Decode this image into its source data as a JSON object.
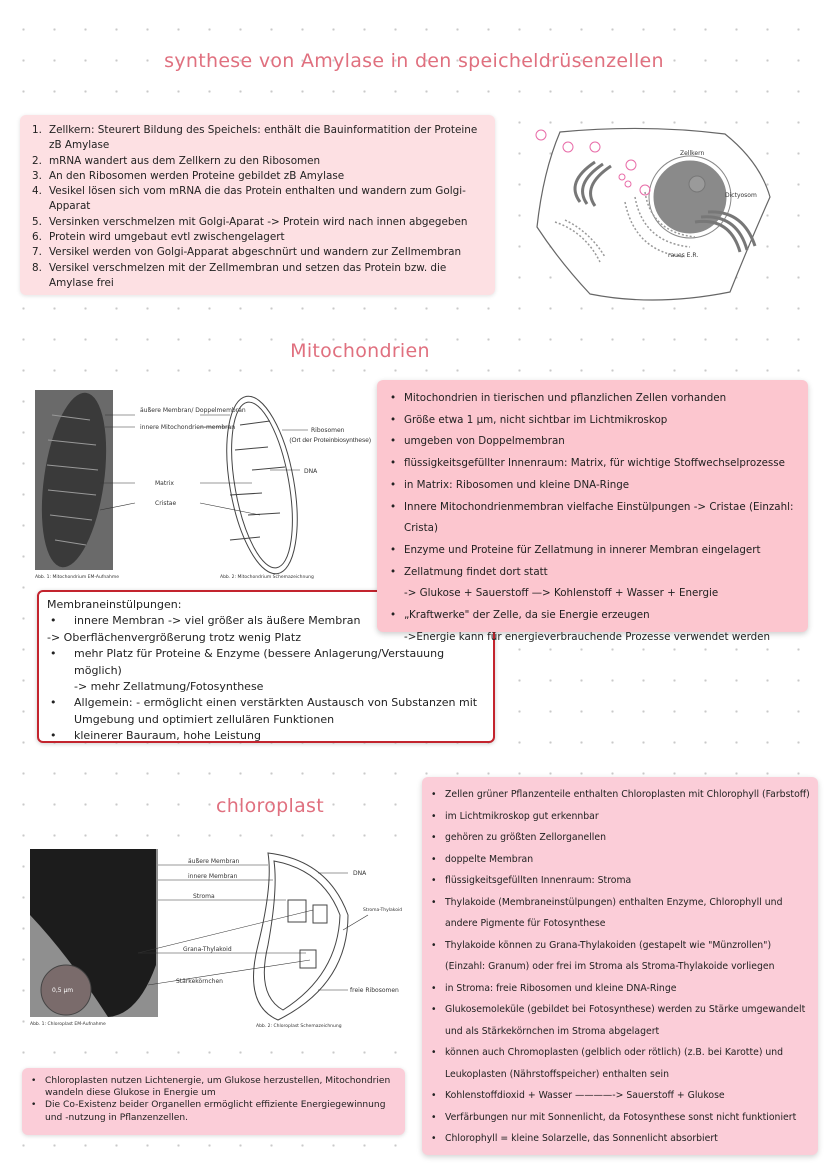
{
  "section1": {
    "title": "synthese von Amylase in den speicheldrüsenzellen",
    "steps": [
      {
        "num": "1.",
        "text": "Zellkern: Steurert Bildung des Speichels: enthält die Bauinformatition der Proteine zB Amylase"
      },
      {
        "num": "2.",
        "text": "mRNA wandert aus dem Zellkern zu den Ribosomen"
      },
      {
        "num": "3.",
        "text": "An den Ribosomen werden Proteine gebildet zB Amylase"
      },
      {
        "num": "4.",
        "text": "Vesikel lösen sich vom mRNA die das Protein enthalten und wandern zum Golgi-Apparat"
      },
      {
        "num": "5.",
        "text": "Versinken verschmelzen mit Golgi-Aparat -> Protein wird nach innen abgegeben"
      },
      {
        "num": "6.",
        "text": "Protein wird umgebaut evtl zwischengelagert"
      },
      {
        "num": "7.",
        "text": "Versikel werden von Golgi-Apparat abgeschnürt und wandern zur Zellmembran"
      },
      {
        "num": "8.",
        "text": "Versikel verschmelzen mit der Zellmembran und setzen das Protein bzw. die Amylase frei"
      }
    ],
    "cell_figure": {
      "labels": {
        "nucleus": "Zellkern",
        "golgi": "Dictyosom",
        "er": "raues E.R."
      }
    }
  },
  "section2": {
    "title": "Mitochondrien",
    "facts": [
      {
        "bullet": "•",
        "text": "Mitochondrien in tierischen und pflanzlichen Zellen vorhanden"
      },
      {
        "bullet": "•",
        "text": "Größe etwa 1 µm, nicht sichtbar im Lichtmikroskop"
      },
      {
        "bullet": "•",
        "text": "umgeben von Doppelmembran"
      },
      {
        "bullet": "•",
        "text": "flüssigkeitsgefüllter Innenraum: Matrix, für wichtige Stoffwechselprozesse"
      },
      {
        "bullet": "•",
        "text": "in Matrix: Ribosomen und kleine DNA-Ringe"
      },
      {
        "bullet": "•",
        "text": "Innere Mitochondrienmembran vielfache Einstülpungen -> Cristae (Einzahl: Crista)"
      },
      {
        "bullet": "•",
        "text": "Enzyme und Proteine für Zellatmung in innerer Membran eingelagert"
      },
      {
        "bullet": "•",
        "text": "Zellatmung findet dort statt"
      },
      {
        "bullet": "",
        "text": "-> Glukose + Sauerstoff —> Kohlenstoff + Wasser + Energie"
      },
      {
        "bullet": "•",
        "text": "„Kraftwerke\" der Zelle, da sie Energie erzeugen"
      },
      {
        "bullet": "",
        "text": "->Energie kann für energieverbrauchende Prozesse verwendet werden"
      }
    ],
    "figure": {
      "labels": {
        "outer": "äußere Membran/ Doppelmembran",
        "inner": "innere Mitochondrien-membran",
        "matrix": "Matrix",
        "cristae": "Cristae",
        "ribosomes": "Ribosomen",
        "ribosomes_sub": "(Ort der Proteinbiosynthese)",
        "dna": "DNA"
      },
      "caption1": "Abb. 1: Mitochondrium EM-Aufnahme",
      "caption2": "Abb. 2: Mitochondrium Schemazeichnung"
    },
    "membrane_box": {
      "heading": "Membraneinstülpungen:",
      "items": [
        {
          "bullet": "•",
          "text": "innere Membran -> viel größer als äußere Membran"
        },
        {
          "bullet": "",
          "text": "-> Oberflächenvergrößerung trotz wenig Platz"
        },
        {
          "bullet": "•",
          "text": "mehr Platz für Proteine & Enzyme (bessere Anlagerung/Verstauung möglich)"
        },
        {
          "bullet": "",
          "text": "-> mehr Zellatmung/Fotosynthese",
          "indent": true
        },
        {
          "bullet": "•",
          "text": "Allgemein: - ermöglicht einen verstärkten Austausch von Substanzen mit Umgebung und optimiert zellulären Funktionen"
        },
        {
          "bullet": "•",
          "text": "kleinerer Bauraum, hohe Leistung"
        }
      ]
    }
  },
  "section3": {
    "title": "chloroplast",
    "facts": [
      {
        "bullet": "•",
        "text": "Zellen grüner Pflanzenteile enthalten Chloroplasten mit Chlorophyll (Farbstoff)"
      },
      {
        "bullet": "•",
        "text": "im Lichtmikroskop gut erkennbar"
      },
      {
        "bullet": "•",
        "text": "gehören zu größten Zellorganellen"
      },
      {
        "bullet": "•",
        "text": "doppelte Membran"
      },
      {
        "bullet": "•",
        "text": "flüssigkeitsgefüllten Innenraum: Stroma"
      },
      {
        "bullet": "•",
        "text": "Thylakoide (Membraneinstülpungen) enthalten Enzyme, Chlorophyll und andere Pigmente für Fotosynthese"
      },
      {
        "bullet": "•",
        "text": "Thylakoide können zu Grana-Thylakoiden (gestapelt wie \"Münzrollen\") (Einzahl: Granum) oder frei im Stroma als Stroma-Thylakoide vorliegen"
      },
      {
        "bullet": "•",
        "text": "in Stroma: freie Ribosomen und kleine DNA-Ringe"
      },
      {
        "bullet": "•",
        "text": "Glukosemoleküle (gebildet bei Fotosynthese) werden  zu Stärke umgewandelt und als Stärkekörnchen im Stroma abgelagert"
      },
      {
        "bullet": "•",
        "text": "können auch Chromoplasten (gelblich oder rötlich) (z.B. bei Karotte) und Leukoplasten (Nährstoffspeicher) enthalten sein"
      },
      {
        "bullet": "•",
        "text": "Kohlenstoffdioxid + Wasser ————-> Sauerstoff + Glukose"
      },
      {
        "bullet": "•",
        "text": "Verfärbungen nur mit Sonnenlicht, da Fotosynthese sonst nicht funktioniert"
      },
      {
        "bullet": "•",
        "text": "Chlorophyll = kleine Solarzelle, das Sonnenlicht absorbiert"
      }
    ],
    "figure": {
      "labels": {
        "outer": "äußere Membran",
        "inner": "innere Membran",
        "stroma": "Stroma",
        "grana": "Grana-Thylakoid",
        "starch": "Stärkekörnchen",
        "dna": "DNA",
        "stroma_thylakoid": "Stroma-Thylakoid",
        "ribosomes": "freie Ribosomen",
        "scale": "0,5 µm"
      },
      "caption1": "Abb. 1: Chloroplast EM-Aufnahme",
      "caption2": "Abb. 2: Chloroplast Schemazeichnung"
    },
    "summary": [
      {
        "bullet": "•",
        "text": "Chloroplasten nutzen Lichtenergie, um Glukose herzustellen, Mitochondrien wandeln diese Glukose in Energie um"
      },
      {
        "bullet": "•",
        "text": "Die Co-Existenz beider Organellen ermöglicht effiziente Energiegewinnung und -nutzung in Pflanzenzellen."
      }
    ]
  },
  "colors": {
    "title": "#e0707f",
    "box_light": "#fde0e3",
    "box_pink": "#fcc6cf",
    "box_outline": "#c3242e"
  }
}
